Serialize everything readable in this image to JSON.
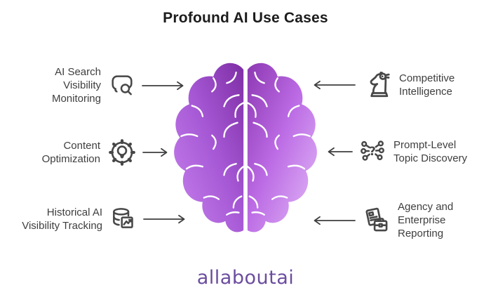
{
  "title": "Profound AI Use Cases",
  "footer": {
    "brand": "allaboutai"
  },
  "left_items": [
    {
      "icon": "chat-search-icon",
      "lines": [
        "AI Search",
        "Visibility",
        "Monitoring"
      ]
    },
    {
      "icon": "gear-lightbulb-icon",
      "lines": [
        "Content",
        "Optimization"
      ]
    },
    {
      "icon": "database-chart-icon",
      "lines": [
        "Historical AI",
        "Visibility Tracking"
      ]
    }
  ],
  "right_items": [
    {
      "icon": "chess-knight-icon",
      "lines": [
        "Competitive",
        "Intelligence"
      ]
    },
    {
      "icon": "network-question-icon",
      "lines": [
        "Prompt-Level",
        "Topic Discovery"
      ]
    },
    {
      "icon": "documents-briefcase-icon",
      "lines": [
        "Agency and",
        "Enterprise",
        "Reporting"
      ]
    }
  ],
  "colors": {
    "title_text": "#1c1c1c",
    "label_text": "#3e3e3e",
    "icon_stroke": "#474747",
    "arrow": "#3f3f3f",
    "brand_purple": "#6b4d9f",
    "brain_left_dark": "#7e2ea4",
    "brain_left_light": "#c983ee",
    "brain_right_dark": "#8c38b2",
    "brain_right_light": "#e4bcf8"
  }
}
